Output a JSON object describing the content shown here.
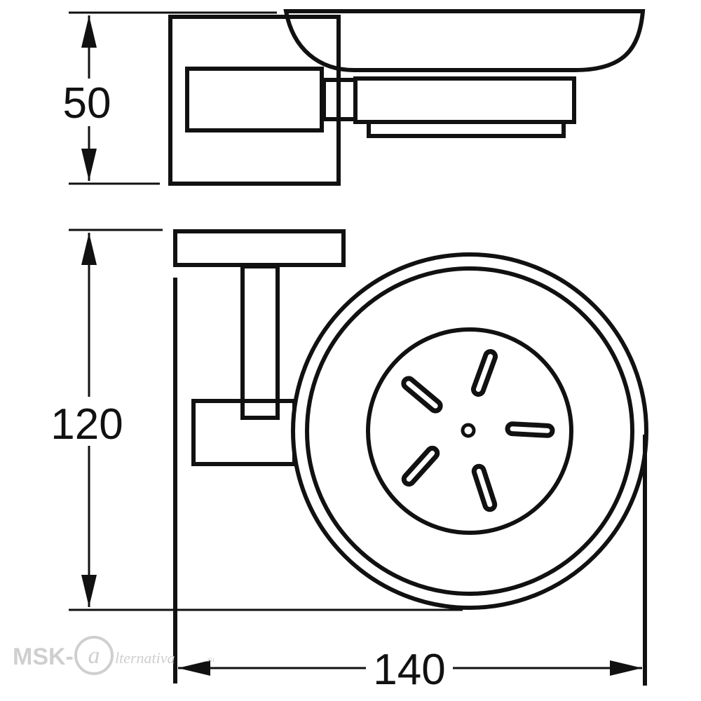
{
  "dimensions": {
    "height_side": "50",
    "height_top": "120",
    "width": "140"
  },
  "watermark": {
    "prefix": "MSK-",
    "script": "lternativa",
    "suffix": ".ru"
  },
  "colors": {
    "line": "#111111",
    "watermark": "#cfcfcf",
    "background": "#ffffff"
  }
}
